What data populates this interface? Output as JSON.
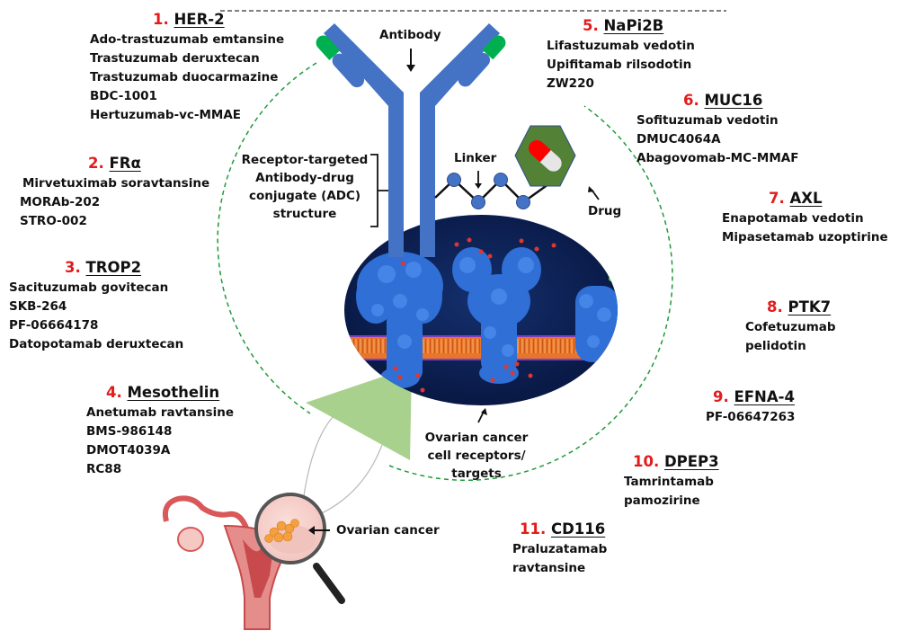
{
  "figure": {
    "labels": {
      "antibody": "Antibody",
      "linker": "Linker",
      "drug": "Drug",
      "adc_structure": [
        "Receptor-targeted",
        "Antibody-drug",
        "conjugate (ADC)",
        "structure"
      ],
      "cell_receptors": [
        "Ovarian cancer",
        "cell receptors/",
        "targets"
      ],
      "ovarian_cancer": "Ovarian cancer"
    },
    "targets": [
      {
        "number": "1.",
        "name": "HER-2",
        "drugs": [
          "Ado-trastuzumab emtansine",
          "Trastuzumab deruxtecan",
          "Trastuzumab duocarmazine",
          "BDC-1001",
          "Hertuzumab-vc-MMAE"
        ]
      },
      {
        "number": "2.",
        "name": "FRα",
        "drugs": [
          "Mirvetuximab soravtansine",
          "MORAb-202",
          "STRO-002"
        ]
      },
      {
        "number": "3.",
        "name": "TROP2",
        "drugs": [
          "Sacituzumab govitecan",
          "SKB-264",
          "PF-06664178",
          "Datopotamab deruxtecan"
        ]
      },
      {
        "number": "4.",
        "name": "Mesothelin",
        "drugs": [
          "Anetumab ravtansine",
          "BMS-986148",
          "DMOT4039A",
          "RC88"
        ]
      },
      {
        "number": "5.",
        "name": "NaPi2B",
        "drugs": [
          "Lifastuzumab vedotin",
          "Upifitamab rilsodotin",
          "ZW220"
        ]
      },
      {
        "number": "6.",
        "name": "MUC16",
        "drugs": [
          "Sofituzumab vedotin",
          "DMUC4064A",
          "Abagovomab-MC-MMAF"
        ]
      },
      {
        "number": "7.",
        "name": "AXL",
        "drugs": [
          "Enapotamab vedotin",
          "Mipasetamab uzoptirine"
        ]
      },
      {
        "number": "8.",
        "name": "PTK7",
        "drugs": [
          "Cofetuzumab",
          "pelidotin"
        ]
      },
      {
        "number": "9.",
        "name": "EFNA-4",
        "drugs": [
          "PF-06647263"
        ]
      },
      {
        "number": "10.",
        "name": "DPEP3",
        "drugs": [
          "Tamrintamab",
          "pamozirine"
        ]
      },
      {
        "number": "11.",
        "name": "CD116",
        "drugs": [
          "Praluzatamab",
          "ravtansine"
        ]
      }
    ],
    "colors": {
      "antibody_blue": "#4472c4",
      "light_chain_green": "#00b050",
      "number_red": "#e31b1b",
      "dashed_circle_green": "#1f9a3c",
      "hexagon_green": "#538135",
      "capsule_red": "#ff0000",
      "capsule_white": "#e6e6e6",
      "cell_background_navy": "#0b1d4a",
      "membrane_orange": "#e8752a",
      "protein_blue": "#2f6fd6",
      "triangle_green": "#a9d18e"
    },
    "icons": [
      "antibody-icon",
      "linker-chain-icon",
      "drug-capsule-icon",
      "cell-membrane-receptors-icon",
      "uterus-ovaries-icon",
      "magnifying-glass-icon"
    ]
  }
}
